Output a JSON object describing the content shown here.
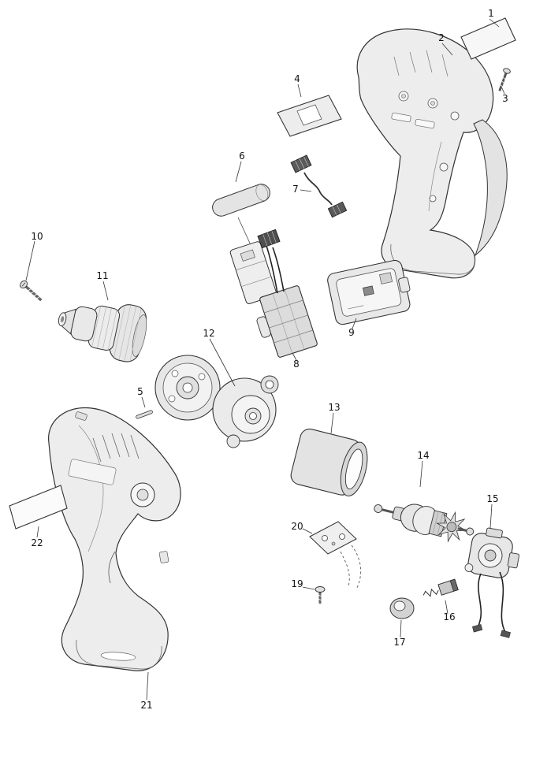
{
  "diagram": {
    "type": "exploded-parts-diagram",
    "subject": "cordless-drill",
    "colors": {
      "background": "#ffffff",
      "ink": "#333333",
      "plastic_fill": "#ededed"
    },
    "parts": [
      {
        "number": "1"
      },
      {
        "number": "2"
      },
      {
        "number": "3"
      },
      {
        "number": "4"
      },
      {
        "number": "5"
      },
      {
        "number": "6"
      },
      {
        "number": "7"
      },
      {
        "number": "8"
      },
      {
        "number": "9"
      },
      {
        "number": "10"
      },
      {
        "number": "11"
      },
      {
        "number": "12"
      },
      {
        "number": "13"
      },
      {
        "number": "14"
      },
      {
        "number": "15"
      },
      {
        "number": "16"
      },
      {
        "number": "17"
      },
      {
        "number": "19"
      },
      {
        "number": "20"
      },
      {
        "number": "21"
      },
      {
        "number": "22"
      }
    ]
  }
}
